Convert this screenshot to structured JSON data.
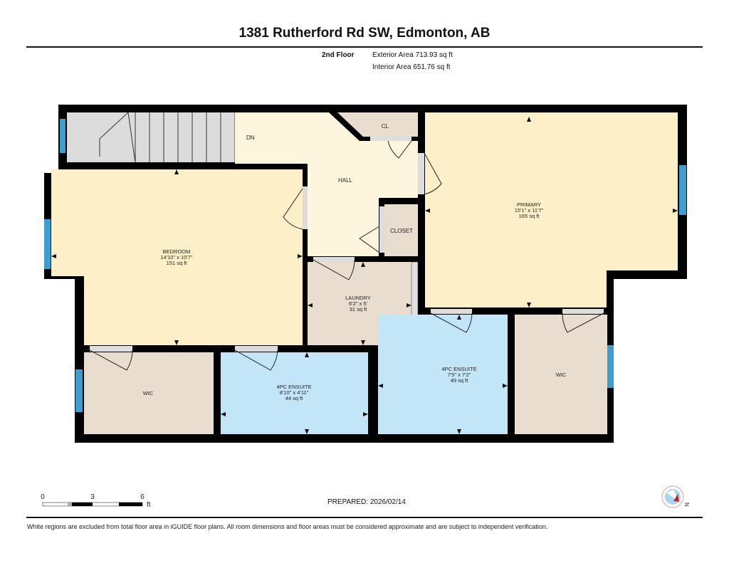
{
  "header": {
    "title": "1381 Rutherford Rd SW, Edmonton, AB",
    "floor": "2nd Floor",
    "exterior_area": "Exterior Area 713.93 sq ft",
    "interior_area": "Interior Area 651.76 sq ft"
  },
  "rooms": {
    "stairs": {
      "label": "DN"
    },
    "hall": {
      "label": "HALL"
    },
    "cl": {
      "label": "CL"
    },
    "closet": {
      "label": "CLOSET"
    },
    "primary": {
      "label": "PRIMARY",
      "dims": "15'1\" x 11'7\"",
      "area": "165 sq ft"
    },
    "bedroom": {
      "label": "BEDROOM",
      "dims": "14'10\" x 10'7\"",
      "area": "151 sq ft"
    },
    "laundry": {
      "label": "LAUNDRY",
      "dims": "6'2\" x 5'",
      "area": "31 sq ft"
    },
    "wic_left": {
      "label": "WIC"
    },
    "ensuite1": {
      "label": "4PC ENSUITE",
      "dims": "8'10\" x 4'11\"",
      "area": "44 sq ft"
    },
    "ensuite2": {
      "label": "4PC ENSUITE",
      "dims": "7'5\" x 7'2\"",
      "area": "49 sq ft"
    },
    "wic_right": {
      "label": "WIC"
    }
  },
  "colors": {
    "wall": "#000000",
    "living": "#fdf0c8",
    "hall": "#fdf6dd",
    "utility": "#e8ddcf",
    "bath": "#c3e5f8",
    "stairs": "#dcdcdc",
    "window": "#3d9fd0"
  },
  "scale": {
    "ticks": [
      "0",
      "3",
      "6"
    ],
    "unit": "ft"
  },
  "footer": {
    "prepared": "PREPARED: 2026/02/14",
    "disclaimer": "White regions are excluded from total floor area in iGUIDE floor plans. All room dimensions and floor areas must be considered approximate and are subject to independent verification."
  },
  "compass": {
    "icon": "compass-icon",
    "label": "N"
  }
}
